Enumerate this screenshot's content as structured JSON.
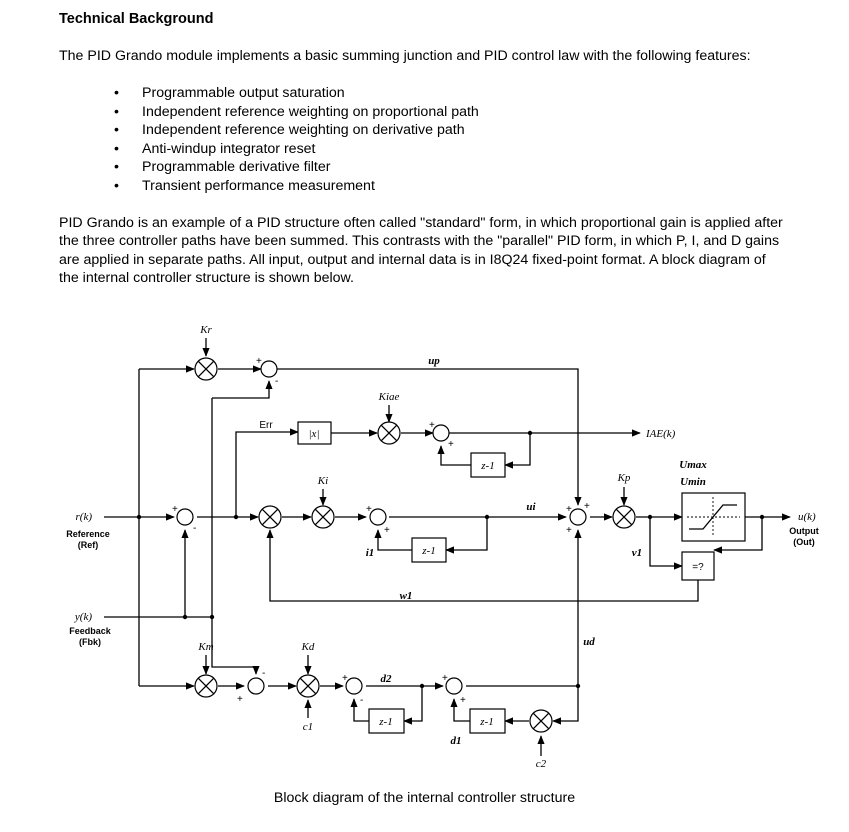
{
  "document": {
    "heading": "Technical Background",
    "intro": "The PID Grando module implements a basic summing junction and PID control law with the following features:",
    "features": [
      "Programmable output saturation",
      "Independent reference weighting on proportional path",
      "Independent reference weighting on derivative path",
      "Anti-windup integrator reset",
      "Programmable derivative filter",
      "Transient performance measurement"
    ],
    "description": "PID Grando is an example of a PID structure often called \"standard\" form, in which proportional gain is applied after the three controller paths have been summed.  This contrasts with the \"parallel\" PID form, in which P, I, and D gains are applied in separate paths. All input, output and internal data is in I8Q24 fixed-point format. A block diagram of the internal controller structure is shown below.",
    "caption": "Block diagram of the internal controller structure"
  },
  "diagram": {
    "ref_symbol": "r(k)",
    "ref_label": "Reference",
    "ref_tag": "(Ref)",
    "fbk_symbol": "y(k)",
    "fbk_label": "Feedback",
    "fbk_tag": "(Fbk)",
    "out_symbol": "u(k)",
    "out_label": "Output",
    "out_tag": "(Out)",
    "kr": "Kr",
    "kiae": "Kiae",
    "ki": "Ki",
    "kp": "Kp",
    "km": "Km",
    "kd": "Kd",
    "up": "up",
    "ui": "ui",
    "ud": "ud",
    "err": "Err",
    "abs_block": "|x|",
    "iae": "IAE(k)",
    "delay": "z-1",
    "umax": "Umax",
    "umin": "Umin",
    "compare_block": "=?",
    "i1": "i1",
    "v1": "v1",
    "w1": "w1",
    "d1": "d1",
    "d2": "d2",
    "c1": "c1",
    "c2": "c2",
    "plus": "+",
    "minus": "-"
  }
}
